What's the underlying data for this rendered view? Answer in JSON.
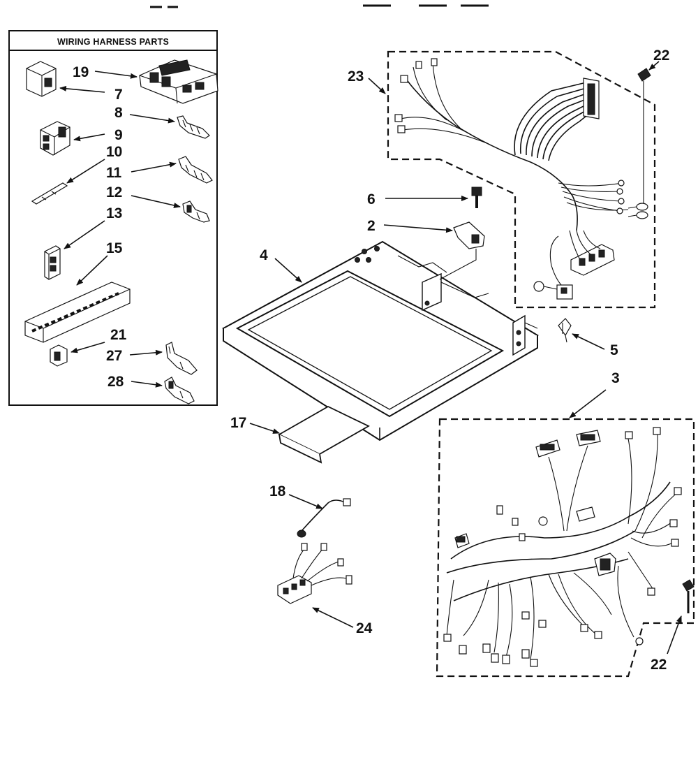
{
  "header": {
    "text": ""
  },
  "legend_box": {
    "title": "WIRING HARNESS PARTS"
  },
  "callouts": {
    "n7": "7",
    "n8": "8",
    "n9": "9",
    "n10": "10",
    "n11": "11",
    "n12": "12",
    "n13": "13",
    "n15": "15",
    "n19": "19",
    "n21": "21",
    "n27": "27",
    "n28": "28",
    "n2": "2",
    "n3": "3",
    "n4": "4",
    "n5": "5",
    "n6": "6",
    "n17": "17",
    "n18": "18",
    "n22a": "22",
    "n22b": "22",
    "n23": "23",
    "n24": "24"
  }
}
